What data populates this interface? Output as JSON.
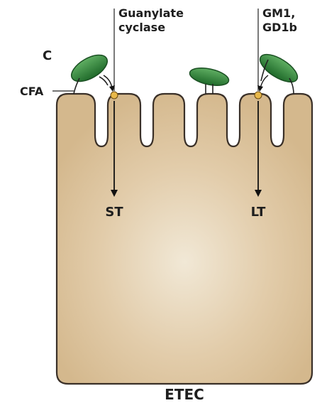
{
  "labels": {
    "c": "C",
    "cfa": "CFA",
    "guanylate_line1": "Guanylate",
    "guanylate_line2": "cyclase",
    "gm1_line1": "GM1,",
    "gm1_line2": "GD1b",
    "st": "ST",
    "lt": "LT",
    "etec": "ETEC"
  },
  "colors": {
    "cell_fill": "#dcc39a",
    "cell_highlight": "#efe6d2",
    "cell_outline": "#3a3028",
    "bacterium": "#2f8a3c",
    "bacterium_dark": "#1f6a2a",
    "receptor": "#e8b84a",
    "arrow": "#111111"
  }
}
